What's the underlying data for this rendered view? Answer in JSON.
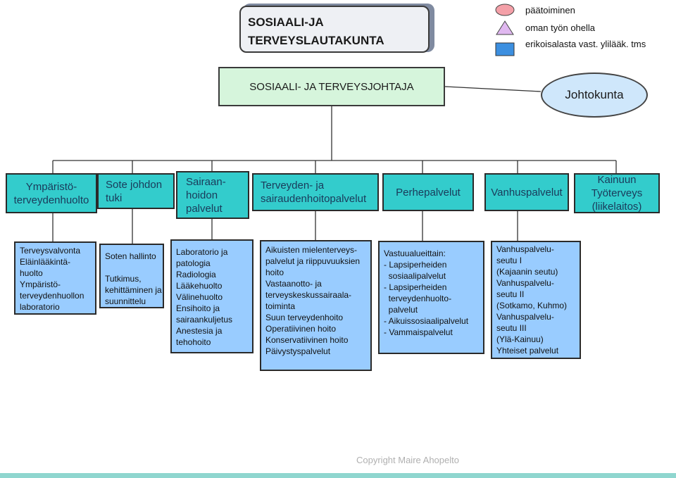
{
  "board": {
    "line1": "SOSIAALI-JA",
    "line2": "TERVEYSLAUTAKUNTA"
  },
  "legend": [
    {
      "icon": "ellipse",
      "color": "#f4a0a8",
      "label": "päätoiminen"
    },
    {
      "icon": "triangle",
      "color": "#e0b8f0",
      "label": "oman työn ohella"
    },
    {
      "icon": "rectangle",
      "color": "#3c8fe0",
      "label": "erikoisalasta vast. ylilääk. tms"
    }
  ],
  "director": "SOSIAALI- JA TERVEYSJOHTAJA",
  "johtokunta": "Johtokunta",
  "departments": [
    "Ympäristö-\nterveydenhuolto",
    "Sote johdon\ntuki",
    "Sairaan-\nhoidon\npalvelut",
    "Terveyden- ja\nsairaudenhoitopalvelut",
    "Perhepalvelut",
    "Vanhuspalvelut",
    "Kainuun\nTyöterveys\n(liikelaitos)"
  ],
  "details": [
    "Terveysvalvonta\nEläinlääkintä-\nhuolto\nYmpäristö-\nterveydenhuollon\nlaboratorio",
    "Soten hallinto\n\nTutkimus,\nkehittäminen ja\nsuunnittelu",
    "Laboratorio ja\npatologia\nRadiologia\nLääkehuolto\nVälinehuolto\nEnsihoito ja\nsairaankuljetus\nAnestesia ja\ntehohoito",
    "Aikuisten mielenterveys-\npalvelut ja riippuvuuksien\nhoito\nVastaanotto- ja\nterveyskeskussairaala-\ntoiminta\nSuun terveydenhoito\nOperatiivinen hoito\nKonservatiivinen hoito\nPäivystyspalvelut",
    "Vastuualueittain:\n- Lapsiperheiden\n  sosiaalipalvelut\n- Lapsiperheiden\n  terveydenhuolto-\n  palvelut\n- Aikuissosiaalipalvelut\n- Vammaispalvelut",
    "Vanhuspalvelu-\nseutu I\n(Kajaanin seutu)\nVanhuspalvelu-\nseutu II\n(Sotkamo, Kuhmo)\nVanhuspalvelu-\nseutu III\n(Ylä-Kainuu)\nYhteiset palvelut"
  ],
  "copyright": "Copyright Maire Ahopelto"
}
